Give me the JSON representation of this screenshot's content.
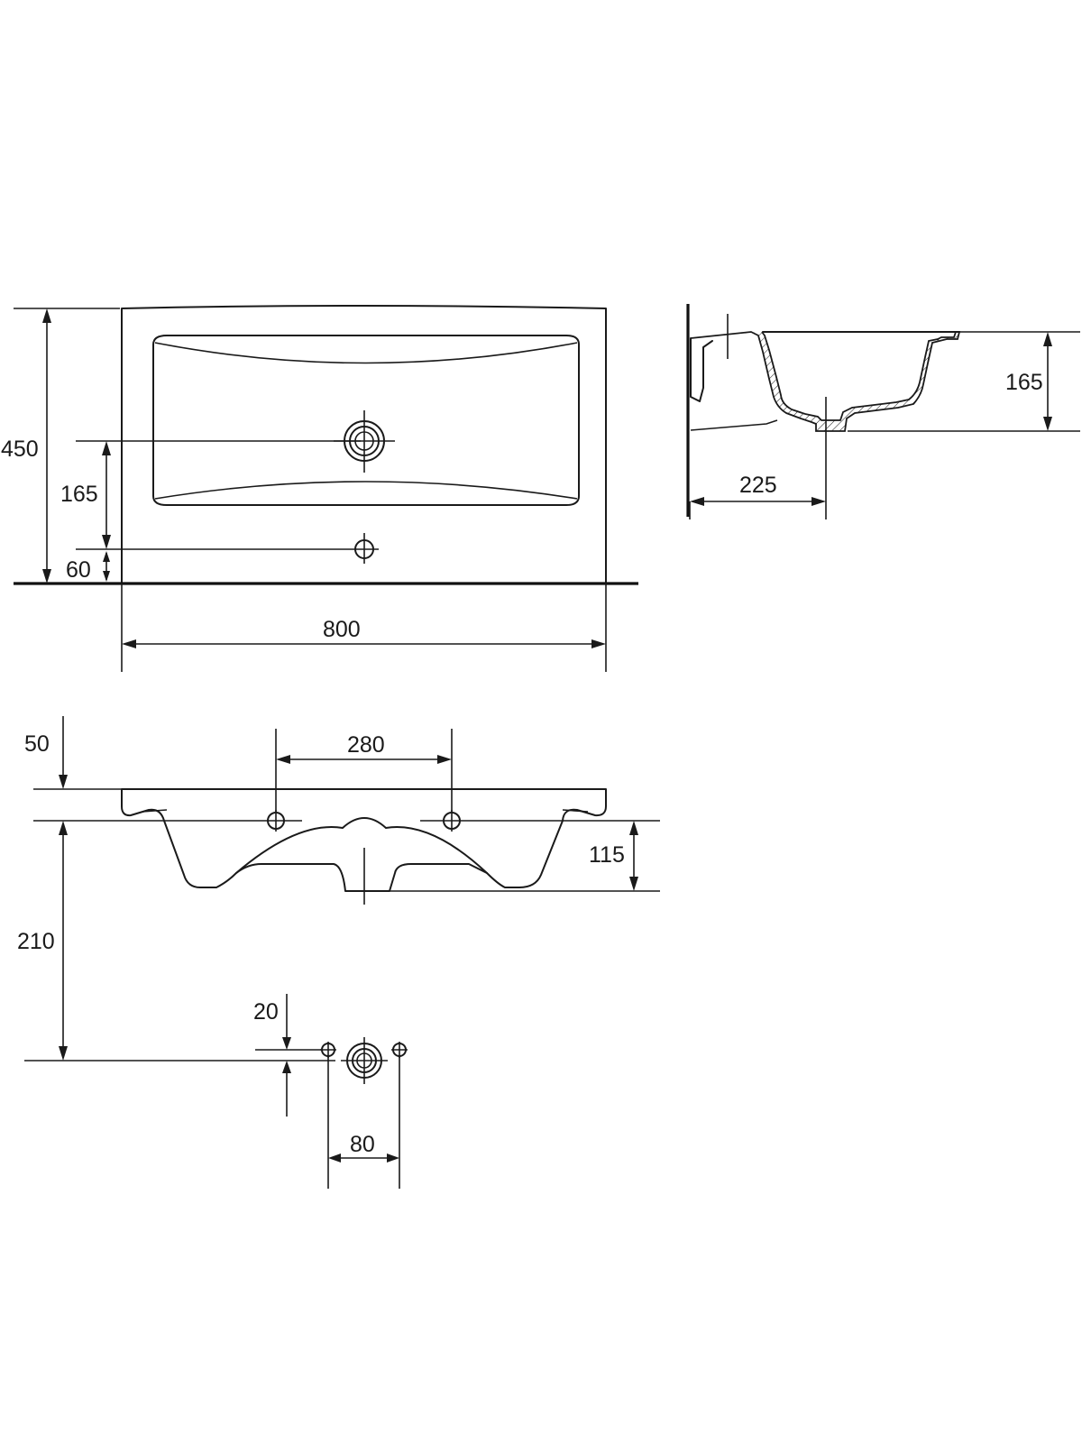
{
  "dimensions": {
    "top_depth": "450",
    "top_tap_from_overflow": "165",
    "top_overflow_from_wall": "60",
    "top_width": "800",
    "side_height": "165",
    "side_drain_from_wall": "225",
    "front_rim": "50",
    "front_holes_spacing": "280",
    "front_bowl_depth": "115",
    "front_height": "210",
    "detail_offset": "20",
    "detail_spacing": "80"
  },
  "colors": {
    "line": "#1a1a1a",
    "background": "#ffffff"
  }
}
